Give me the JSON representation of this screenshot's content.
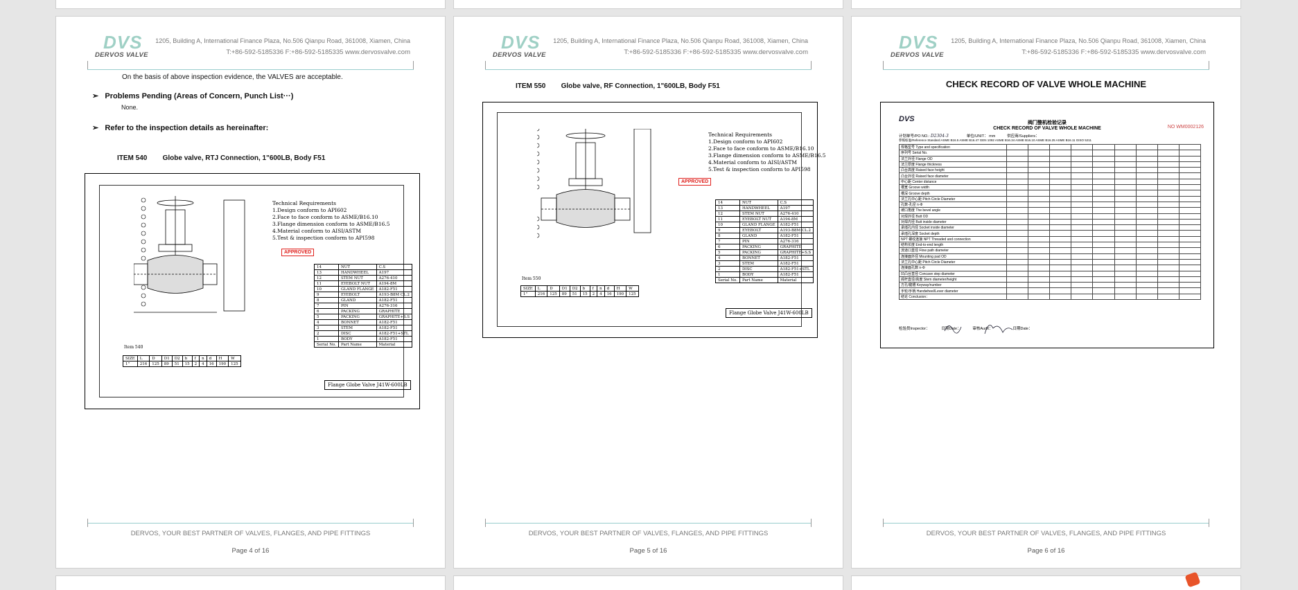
{
  "header": {
    "logo_mark": "DVS",
    "logo_brand": "DERVOS VALVE",
    "address": "1205, Building A, International Finance Plaza, No.506 Qianpu Road, 361008, Xiamen, China",
    "contact": "T:+86-592-5185336   F:+86-592-5185335   www.dervosvalve.com"
  },
  "footer": {
    "tagline": "DERVOS, YOUR BEST PARTNER OF VALVES, FLANGES, AND PIPE FITTINGS"
  },
  "page4": {
    "page_label": "Page 4 of 16",
    "intro": "On the basis of above inspection evidence, the VALVES are acceptable.",
    "pending_heading": "Problems Pending (Areas of Concern, Punch List···)",
    "pending_value": "None.",
    "refer_heading": "Refer to the inspection details as hereinafter:",
    "item_no": "ITEM 540",
    "item_desc": "Globe valve, RTJ Connection, 1\"600LB, Body F51",
    "drawing_item": "Item 540",
    "title_block": "Flange Globe Valve   J41W-600LB"
  },
  "page5": {
    "page_label": "Page 5 of 16",
    "item_no": "ITEM 550",
    "item_desc": "Globe valve, RF Connection, 1\"600LB, Body F51",
    "drawing_item": "Item 550",
    "title_block": "Flange Globe Valve   J41W-600LB"
  },
  "page6": {
    "page_label": "Page 6 of 16",
    "title": "CHECK RECORD OF VALVE WHOLE MACHINE",
    "form_title_cn": "阀门整机检验记录",
    "form_title_en": "CHECK RECORD OF VALVE  WHOLE MACHINE",
    "form_no": "NO WM0002126",
    "po_label": "计划单号/PO NO.:",
    "unit_label": "单位/UNIT：  mm",
    "supplier_label": "供应商/Suppliers：",
    "standards": "参照标准/Reference Standard   ASME B16.5   ASME B16.47   GEN 1092   ASME B16.34   ASME B16.10   ASME B16.25   ASME B16.11   GISO 5211",
    "rows": [
      "规格型号 Type and specification",
      "序列号 Serial No.",
      "法兰外径 Flange OD",
      "法兰厚度 Flange thickness",
      "凸台高度 Raised face height",
      "凸台外径 Raised face diameter",
      "中心距 Center distance",
      "槽宽 Groove width",
      "槽深 Groove depth",
      "法兰孔中心距 Pitch Circle Diameter",
      "孔数-孔径 n-Φ",
      "坡口角度 The bevel angle",
      "对焊外径 Butt OD",
      "对焊内径 Butt inside diameter",
      "承插孔内径 Socket inside diameter",
      "承插孔深度 Socket depth",
      "NPT 螺纹连接 NPT Threaded and connection",
      "结构长度 End-to-end length",
      "流道口直径 Flow path diameter",
      "连接面外径 Mounting pad OD",
      "法兰孔中心距 Pitch Circle Diameter",
      "连接面孔数 n-Φ",
      "凹凸台直径 Concave step diameter",
      "阀杆直径/高度 Stem diameter/height",
      "方孔/键槽 Keyway/number",
      "手轮/手柄 Handwheel/Lever diameter",
      "结论 Conclusion："
    ],
    "inspector_label": "检验员Inspector：",
    "date_label": "日期Date：",
    "audit_label": "审核Audit：",
    "date2_label": "日期Date："
  },
  "colors": {
    "logo": "#9fd0c5",
    "approved": "#e0201c",
    "rule": "#99cccc"
  }
}
